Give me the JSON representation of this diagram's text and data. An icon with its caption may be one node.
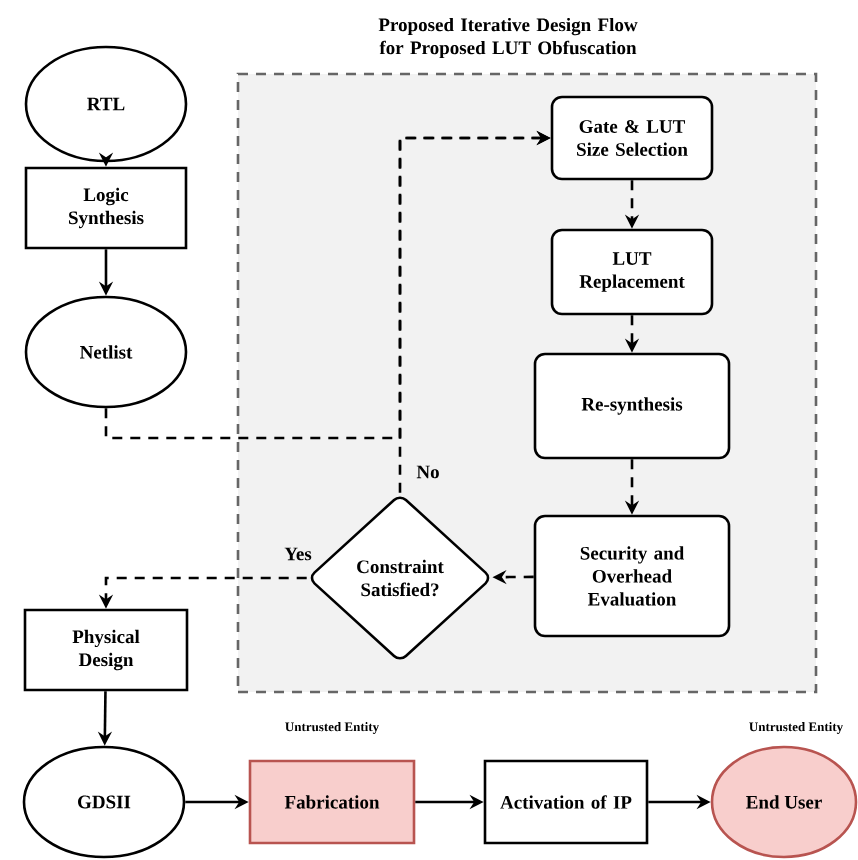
{
  "diagram": {
    "nodes": [
      {
        "text": [
          "Proposed Iterative Design Flow for Proposed LUT Obfuscation"
        ]
      },
      {
        "text": [
          "RTL"
        ]
      },
      {
        "text": [
          "Logic Synthesis"
        ]
      },
      {
        "text": [
          "Netlist"
        ]
      },
      {
        "text": [
          "Gate & LUT Size Selection"
        ],
        "in": 0
      },
      {
        "text": [
          "LUT Replacement"
        ],
        "in": 0
      },
      {
        "text": [
          "Re-synthesis"
        ],
        "in": 0
      },
      {
        "text": [
          "Security and Overhead Evaluation"
        ],
        "in": 0
      },
      {
        "text": [
          "Constraint Satisfied?"
        ],
        "in": 0
      },
      {
        "text": [
          "Physical Design"
        ]
      },
      {
        "text": [
          "GDSII"
        ]
      },
      {
        "text": [
          "Fabrication"
        ],
        "beside": [
          "Untrusted Entity"
        ]
      },
      {
        "text": [
          "Activation of IP"
        ]
      },
      {
        "text": [
          "End User"
        ],
        "beside": [
          "Untrusted Entity"
        ]
      }
    ],
    "edges": [
      {
        "from": 1,
        "to": 2,
        "arrow": "to"
      },
      {
        "from": 2,
        "to": 3,
        "arrow": "to"
      },
      {
        "from": 3,
        "to": 4,
        "arrow": "to",
        "style": "dashed"
      },
      {
        "from": 4,
        "to": 5,
        "arrow": "to",
        "style": "dashed"
      },
      {
        "from": 5,
        "to": 6,
        "arrow": "to",
        "style": "dashed"
      },
      {
        "from": 6,
        "to": 7,
        "arrow": "to",
        "style": "dashed"
      },
      {
        "from": 7,
        "to": 8,
        "arrow": "to",
        "style": "dashed"
      },
      {
        "from": 8,
        "to": 4,
        "arrow": "to",
        "style": "dashed",
        "label": "No"
      },
      {
        "from": 8,
        "to": 9,
        "arrow": "to",
        "style": "dashed",
        "label": "Yes"
      },
      {
        "from": 9,
        "to": 10,
        "arrow": "to"
      },
      {
        "from": 10,
        "to": 11,
        "arrow": "to"
      },
      {
        "from": 11,
        "to": 12,
        "arrow": "to"
      },
      {
        "from": 12,
        "to": 13,
        "arrow": "to"
      }
    ]
  }
}
